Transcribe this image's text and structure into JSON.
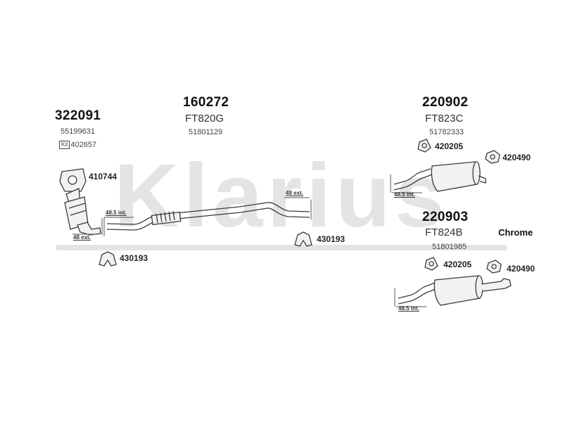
{
  "watermark": "Klarius",
  "groups": [
    {
      "number": "322091",
      "oe": "55199631",
      "kit_label": "Kit",
      "kit_number": "402657"
    },
    {
      "number": "160272",
      "code": "FT820G",
      "oe": "51801129"
    },
    {
      "number": "220902",
      "code": "FT823C",
      "oe": "51782333"
    },
    {
      "number": "220903",
      "code": "FT824B",
      "oe": "51801985"
    }
  ],
  "fittings": {
    "gasket_410744": "410744",
    "clamp_430193_left": "430193",
    "clamp_430193_mid": "430193",
    "rubber_420205_top": "420205",
    "rubber_420490_top": "420490",
    "rubber_420205_bottom": "420205",
    "rubber_420490_bottom": "420490"
  },
  "measurements": {
    "cat_ext": "48 ext.",
    "pipe_int": "48.5 int.",
    "pipe_ext": "48 ext.",
    "rear1_int": "48.5 int.",
    "rear2_int": "48.5 int."
  },
  "finish_label": "Chrome",
  "colors": {
    "outline": "#3a3a3a",
    "fill": "#f2f2f2",
    "watermark": "#e3e3e3"
  }
}
